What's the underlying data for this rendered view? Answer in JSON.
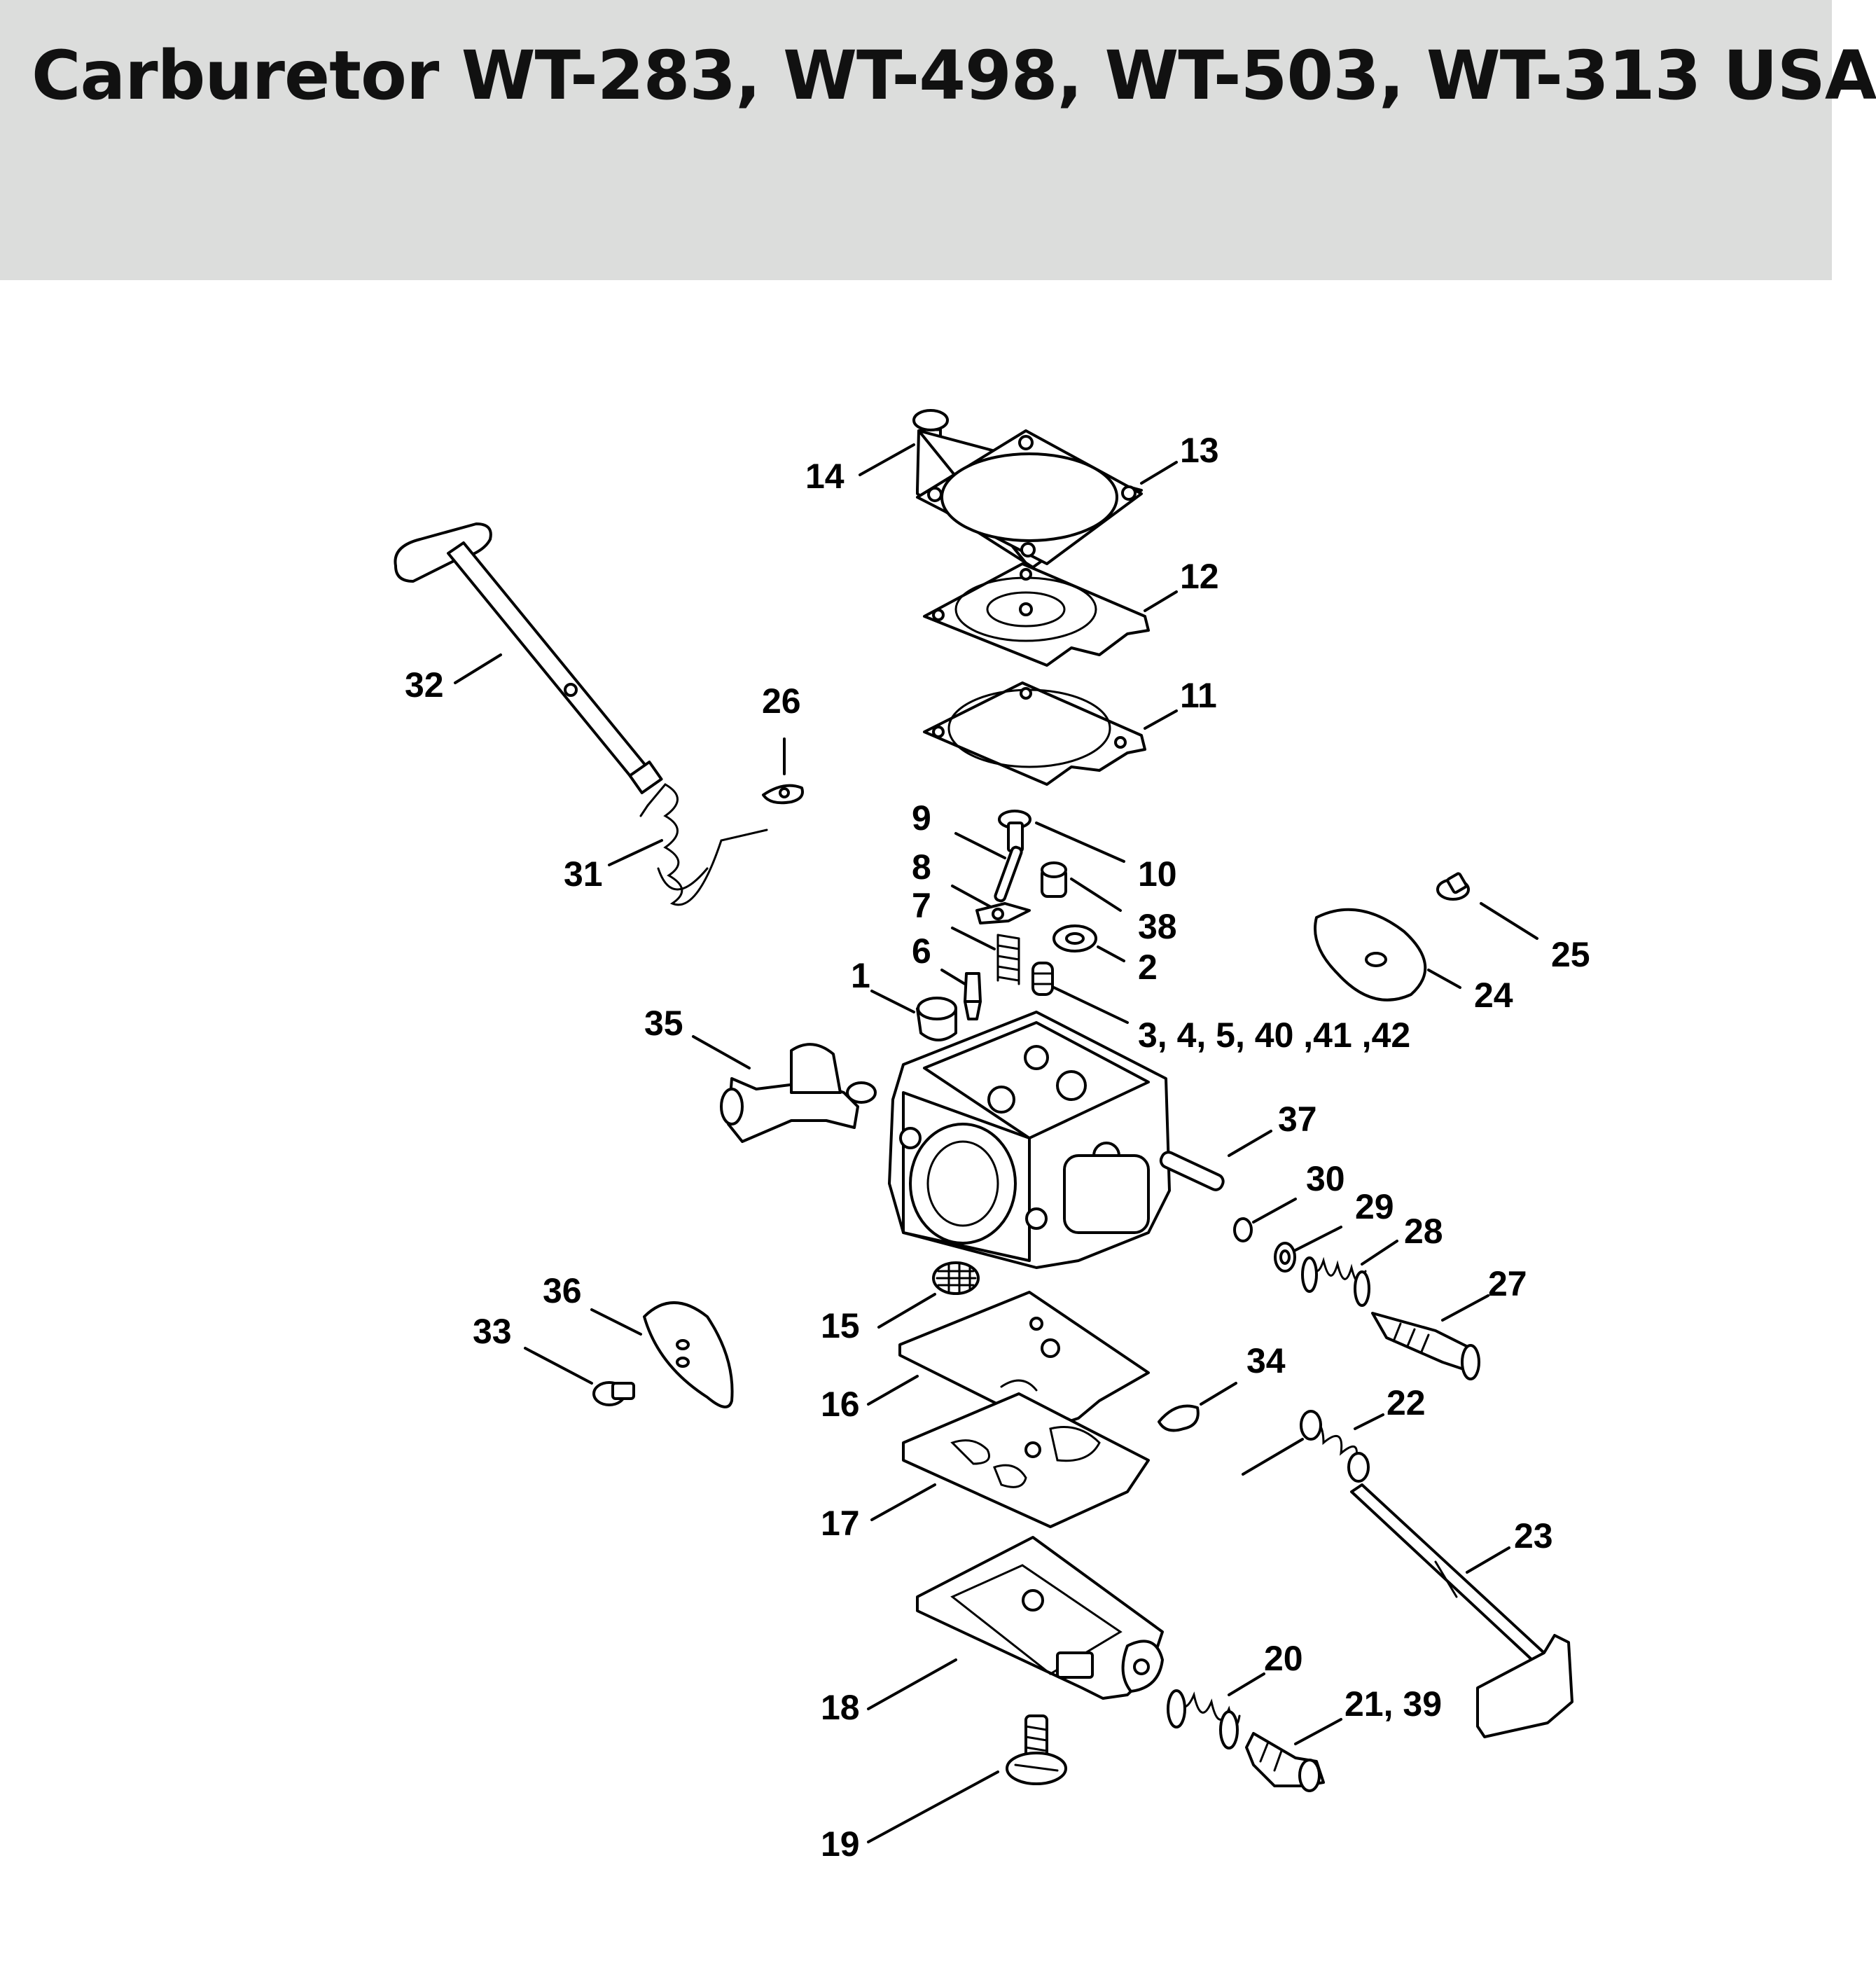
{
  "header": {
    "title": "Carburetor WT-283, WT-498, WT-503, WT-313 USA"
  },
  "diagram": {
    "callouts": [
      {
        "id": "c14",
        "text": "14"
      },
      {
        "id": "c13",
        "text": "13"
      },
      {
        "id": "c12",
        "text": "12"
      },
      {
        "id": "c11",
        "text": "11"
      },
      {
        "id": "c32",
        "text": "32"
      },
      {
        "id": "c26",
        "text": "26"
      },
      {
        "id": "c31",
        "text": "31"
      },
      {
        "id": "c9",
        "text": "9"
      },
      {
        "id": "c10",
        "text": "10"
      },
      {
        "id": "c8",
        "text": "8"
      },
      {
        "id": "c38",
        "text": "38"
      },
      {
        "id": "c7",
        "text": "7"
      },
      {
        "id": "c2",
        "text": "2"
      },
      {
        "id": "c6",
        "text": "6"
      },
      {
        "id": "c1",
        "text": "1"
      },
      {
        "id": "c3",
        "text": "3, 4, 5, 40 ,41 ,42"
      },
      {
        "id": "c25",
        "text": "25"
      },
      {
        "id": "c24",
        "text": "24"
      },
      {
        "id": "c35",
        "text": "35"
      },
      {
        "id": "c37",
        "text": "37"
      },
      {
        "id": "c30",
        "text": "30"
      },
      {
        "id": "c29",
        "text": "29"
      },
      {
        "id": "c28",
        "text": "28"
      },
      {
        "id": "c27",
        "text": "27"
      },
      {
        "id": "c36",
        "text": "36"
      },
      {
        "id": "c33",
        "text": "33"
      },
      {
        "id": "c15",
        "text": "15"
      },
      {
        "id": "c16",
        "text": "16"
      },
      {
        "id": "c34",
        "text": "34"
      },
      {
        "id": "c22",
        "text": "22"
      },
      {
        "id": "c17",
        "text": "17"
      },
      {
        "id": "c23",
        "text": "23"
      },
      {
        "id": "c18",
        "text": "18"
      },
      {
        "id": "c20",
        "text": "20"
      },
      {
        "id": "c21",
        "text": "21, 39"
      },
      {
        "id": "c19",
        "text": "19"
      }
    ]
  }
}
